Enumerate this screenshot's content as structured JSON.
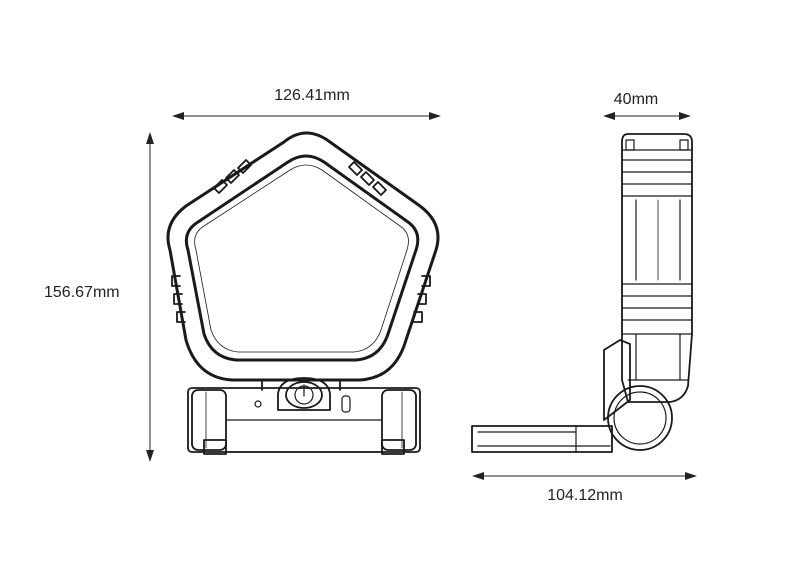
{
  "dimensions": {
    "width_label": "126.41mm",
    "height_label": "156.67mm",
    "depth_label": "40mm",
    "base_length_label": "104.12mm"
  },
  "colors": {
    "line": "#1a1a1a",
    "background": "#ffffff"
  }
}
